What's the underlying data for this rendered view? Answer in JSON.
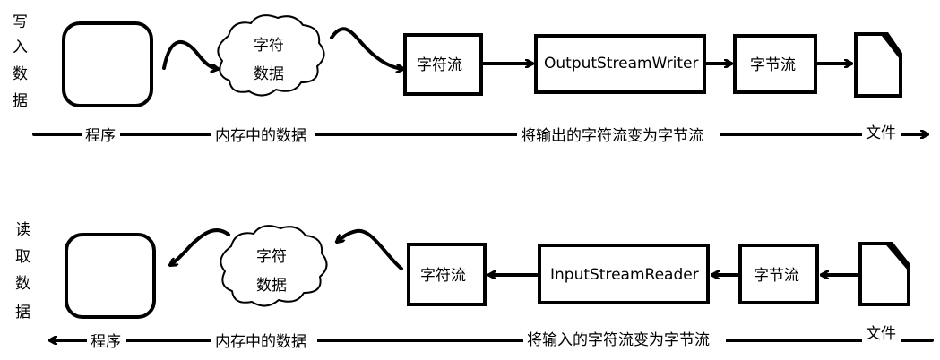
{
  "write": {
    "side_label": [
      "写",
      "入",
      "数",
      "据"
    ],
    "cloud": [
      "字符",
      "数据"
    ],
    "char_stream": "字符流",
    "converter": "OutputStreamWriter",
    "byte_stream": "字节流",
    "labels": {
      "program": "程序",
      "memory": "内存中的数据",
      "convert": "将输出的字符流变为字节流",
      "file": "文件"
    }
  },
  "read": {
    "side_label": [
      "读",
      "取",
      "数",
      "据"
    ],
    "cloud": [
      "字符",
      "数据"
    ],
    "char_stream": "字符流",
    "converter": "InputStreamReader",
    "byte_stream": "字节流",
    "labels": {
      "program": "程序",
      "memory": "内存中的数据",
      "convert": "将输入的字符流变为字节流",
      "file": "文件"
    }
  }
}
